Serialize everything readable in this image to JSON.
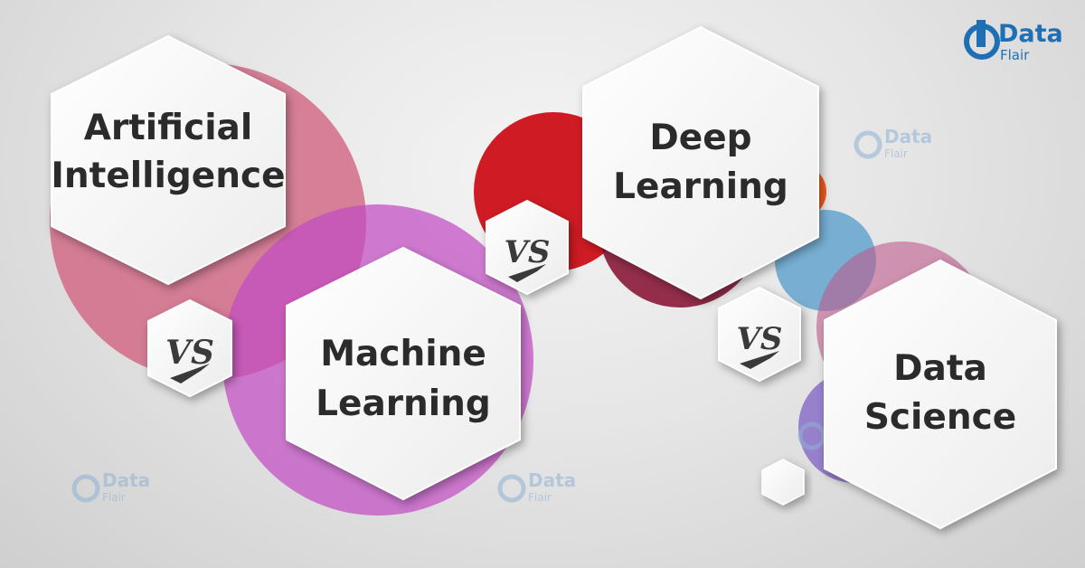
{
  "logo": {
    "word1": "Data",
    "word2": "Flair",
    "color": "#1f6fb5"
  },
  "hexagons": {
    "ai": {
      "line1": "Artificial",
      "line2": "Intelligence"
    },
    "ml": {
      "line1": "Machine",
      "line2": "Learning"
    },
    "dl": {
      "line1": "Deep",
      "line2": "Learning"
    },
    "ds": {
      "line1": "Data",
      "line2": "Science"
    }
  },
  "versus": {
    "label": "VS"
  },
  "colors": {
    "pink": "#d0607f",
    "magenta": "#c24cc4",
    "red": "#cc0f17",
    "maroon": "#8a1838",
    "orange": "#ef5a1e",
    "blue": "#6aa7cf",
    "purple": "#7e5fc4"
  }
}
